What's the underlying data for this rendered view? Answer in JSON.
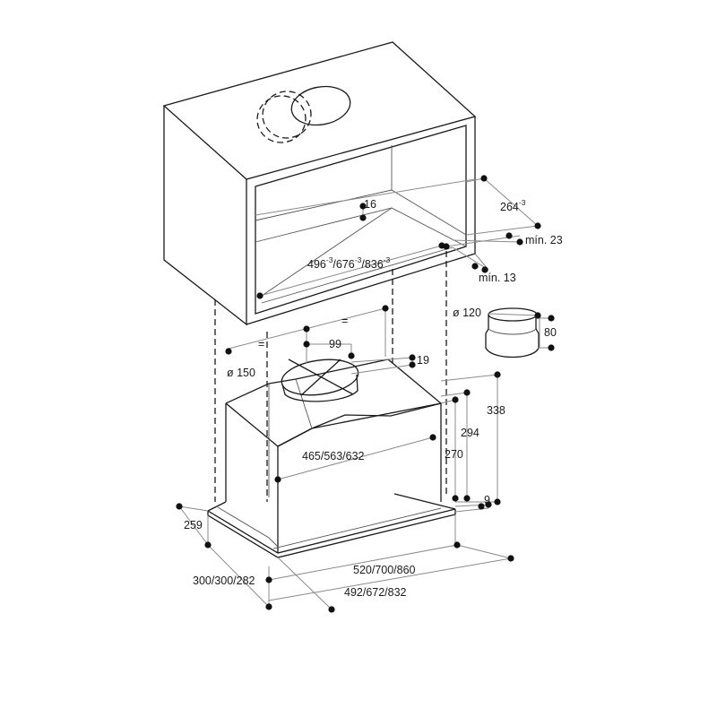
{
  "dimensions": {
    "cabinet_depth": "264",
    "cabinet_depth_tol": "-3",
    "panel_thickness": "16",
    "min_gap_top": "mín. 23",
    "min_gap_bottom": "mín. 13",
    "width_a": "496",
    "width_b": "676",
    "width_c": "836",
    "width_tol": "-3",
    "equal": "=",
    "adapter_diameter": "ø 120",
    "adapter_height": "80",
    "outlet_offset": "99",
    "outlet_diameter": "ø 150",
    "collar_height": "19",
    "inner_width": "465/563/632",
    "height_total": "338",
    "height_mid": "294",
    "height_low": "270",
    "frame_thickness": "9",
    "front_depth": "259",
    "depths": "300/300/282",
    "outer_width": "520/700/860",
    "body_width": "492/672/832"
  },
  "colors": {
    "line": "#1a1a1a",
    "dimension_line": "#8a8a8a"
  }
}
